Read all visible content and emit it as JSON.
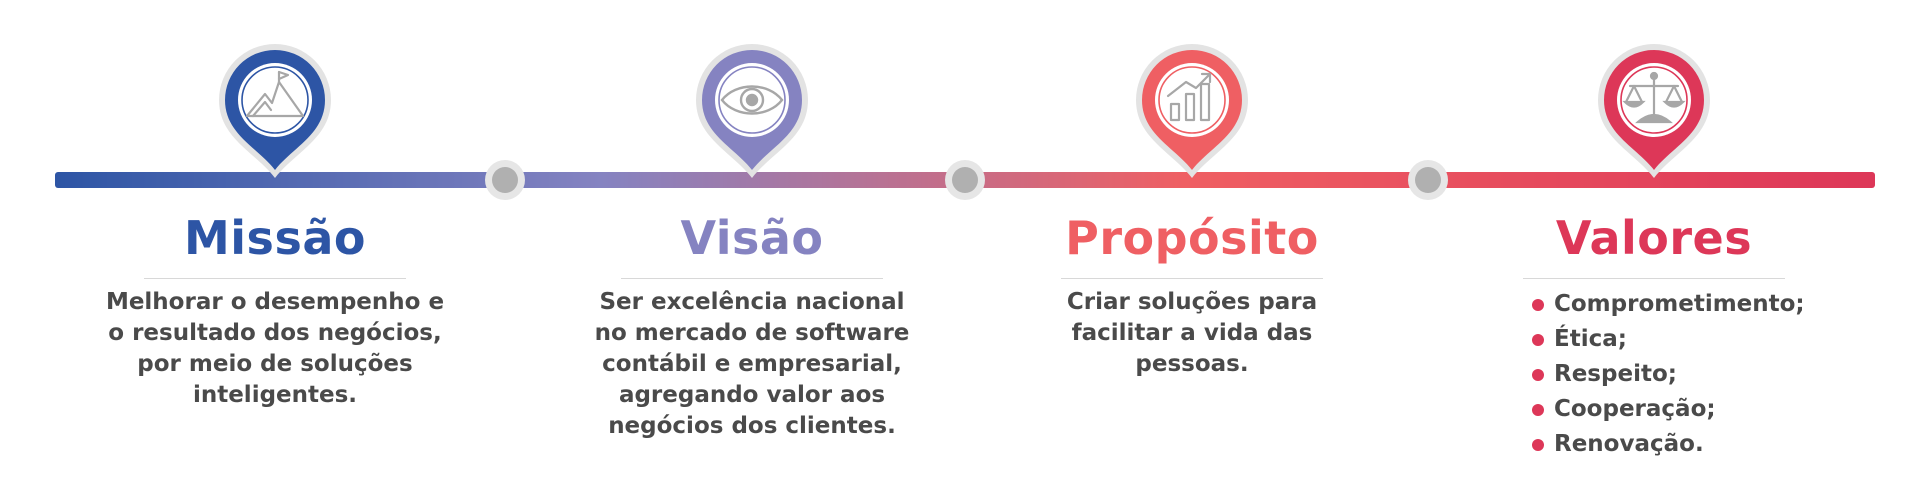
{
  "colors": {
    "blue": "#2d55a5",
    "purple": "#8583c1",
    "coral": "#ef5f63",
    "crimson": "#dd3758",
    "node_gray": "#b0b0b0",
    "text_gray": "#4a4a4a",
    "icon_gray": "#a7a7a7"
  },
  "sections": [
    {
      "key": "missao",
      "title": "Missão",
      "color": "#2d55a5",
      "icon": "mountain-flag-icon",
      "text": "Melhorar o desempenho e o resultado dos negócios, por meio de soluções inteligentes."
    },
    {
      "key": "visao",
      "title": "Visão",
      "color": "#8583c1",
      "icon": "eye-icon",
      "text": "Ser excelência nacional no mercado de software contábil e empresarial, agregando valor aos negócios dos clientes."
    },
    {
      "key": "proposito",
      "title": "Propósito",
      "color": "#ef5f63",
      "icon": "growth-chart-icon",
      "text": "Criar soluções para facilitar a vida das pessoas."
    },
    {
      "key": "valores",
      "title": "Valores",
      "color": "#dd3758",
      "icon": "scales-icon",
      "items": [
        "Comprometimento;",
        "Ética;",
        "Respeito;",
        "Cooperação;",
        "Renovação."
      ]
    }
  ]
}
